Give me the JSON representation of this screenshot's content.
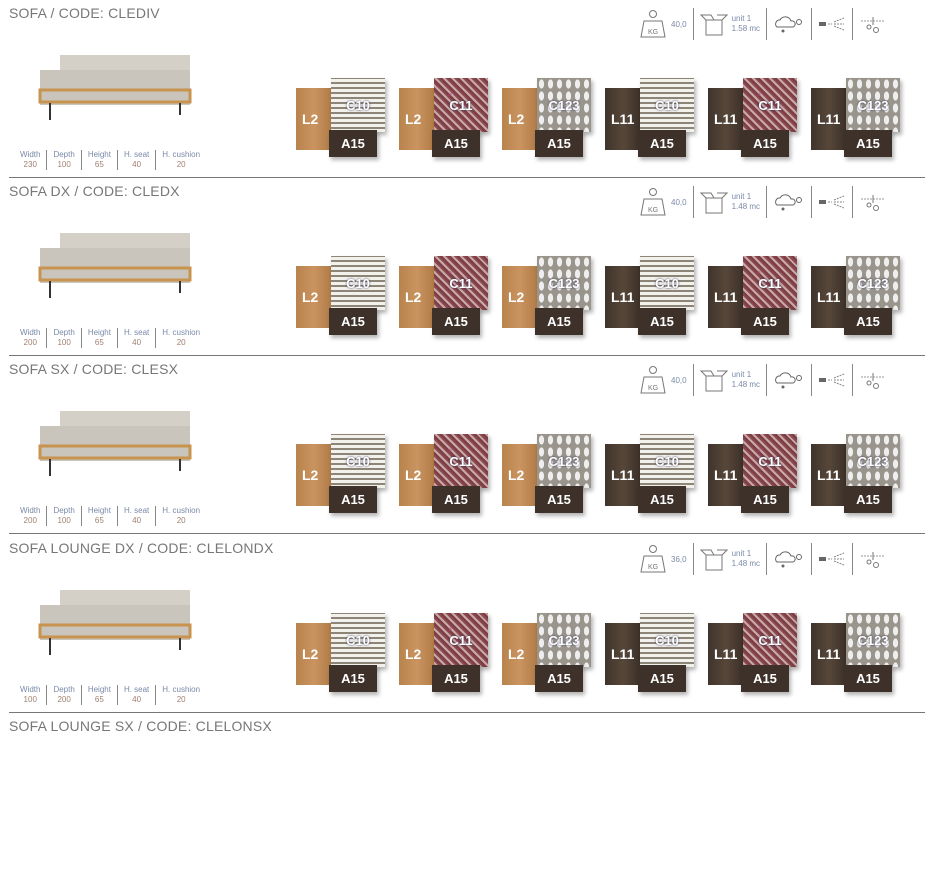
{
  "dim_labels": [
    "Width",
    "Depth",
    "Height",
    "H. seat",
    "H. cushion"
  ],
  "unit_label": "unit 1",
  "weight_unit": "KG",
  "swatches": [
    {
      "wood": "L2",
      "fabric": "C10",
      "frame": "A15",
      "wood_tone": "l2",
      "fab_tone": "c10b"
    },
    {
      "wood": "L2",
      "fabric": "C11",
      "frame": "A15",
      "wood_tone": "l2",
      "fab_tone": "c11"
    },
    {
      "wood": "L2",
      "fabric": "C123",
      "frame": "A15",
      "wood_tone": "l2",
      "fab_tone": "c123"
    },
    {
      "wood": "L11",
      "fabric": "C10",
      "frame": "A15",
      "wood_tone": "l11",
      "fab_tone": "c10b"
    },
    {
      "wood": "L11",
      "fabric": "C11",
      "frame": "A15",
      "wood_tone": "l11",
      "fab_tone": "c11"
    },
    {
      "wood": "L11",
      "fabric": "C123",
      "frame": "A15",
      "wood_tone": "l11",
      "fab_tone": "c123"
    }
  ],
  "products": [
    {
      "title": "SOFA / CODE: CLEDIV",
      "dims": [
        "230",
        "100",
        "65",
        "40",
        "20"
      ],
      "weight": "40,0",
      "volume": "1.58 mc"
    },
    {
      "title": "SOFA DX / CODE: CLEDX",
      "dims": [
        "200",
        "100",
        "65",
        "40",
        "20"
      ],
      "weight": "40,0",
      "volume": "1.48 mc"
    },
    {
      "title": "SOFA SX / CODE: CLESX",
      "dims": [
        "200",
        "100",
        "65",
        "40",
        "20"
      ],
      "weight": "40,0",
      "volume": "1.48 mc"
    },
    {
      "title": "SOFA LOUNGE DX / CODE: CLELONDX",
      "dims": [
        "100",
        "200",
        "65",
        "40",
        "20"
      ],
      "weight": "36,0",
      "volume": "1.48 mc"
    },
    {
      "title": "SOFA LOUNGE SX / CODE: CLELONSX"
    }
  ]
}
